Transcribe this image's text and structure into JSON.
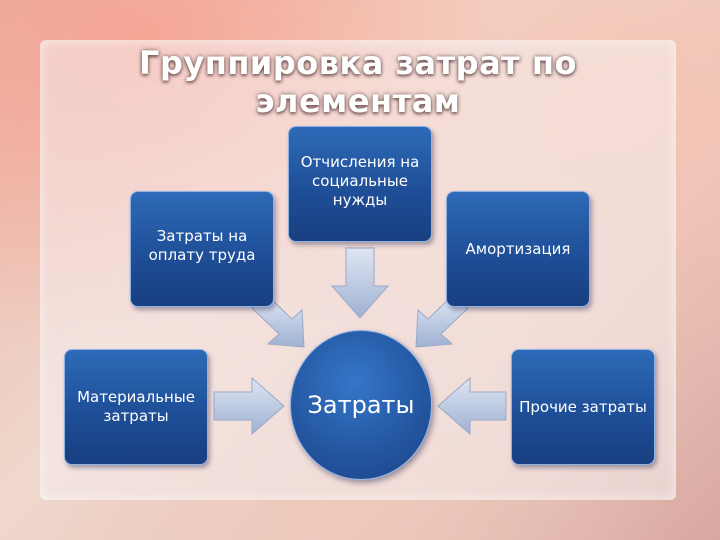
{
  "title": "Группировка затрат по элементам",
  "center": "Затраты",
  "nodes": {
    "social": "Отчисления на социальные нужды",
    "labor": "Затраты на оплату труда",
    "amort": "Амортизация",
    "material": "Материальные затраты",
    "other": "Прочие затраты"
  },
  "colors": {
    "box": "#1f4f98",
    "arrow": "#b8c6e0"
  }
}
